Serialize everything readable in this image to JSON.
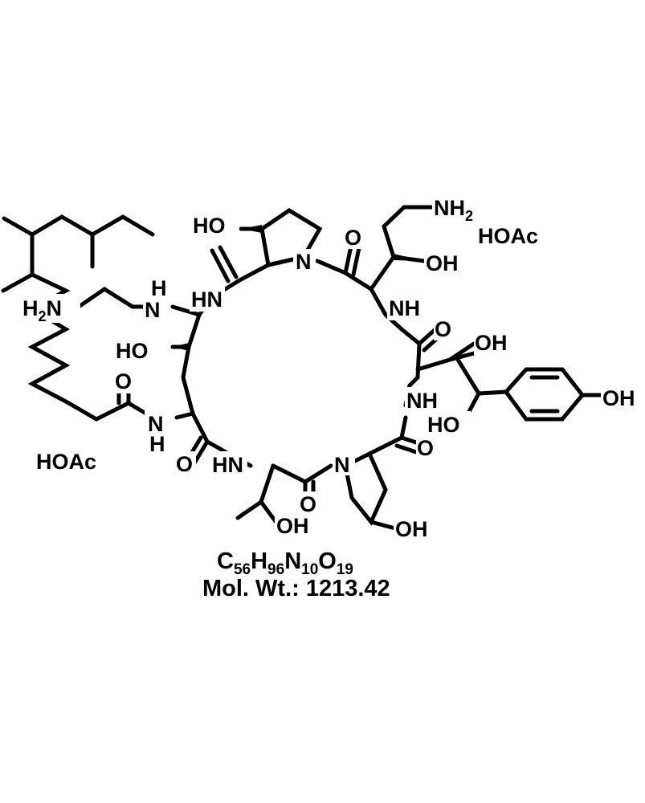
{
  "molecule": {
    "labels": {
      "ho_top": "HO",
      "nh2_top": "NH",
      "nh2_top_sub": "2",
      "hoac_right": "HOAc",
      "o_top": "O",
      "n_pyr1": "N",
      "oh_top_right": "OH",
      "h2n_left": "H",
      "h2n_left_sub": "2",
      "h2n_left_n": "N",
      "nh_hn_h": "H",
      "nh_hn_n": "N",
      "hn_upper": "HN",
      "nh_right": "NH",
      "o_right": "O",
      "oh_right2": "OH",
      "ho_left": "HO",
      "nh_right_lower": "NH",
      "oh_phenol": "OH",
      "o_left_amide": "O",
      "n_left_amide": "N",
      "h_left_amide": "H",
      "ho_right_lower": "HO",
      "o_lower_right": "O",
      "hoac_left": "HOAc",
      "o_lower_left": "O",
      "hn_lower": "HN",
      "n_pyr2": "N",
      "o_bottom": "O",
      "oh_bottom_left": "OH",
      "oh_bottom_right": "OH"
    },
    "formula": {
      "c": "C",
      "c_n": "56",
      "h": "H",
      "h_n": "96",
      "n": "N",
      "n_n": "10",
      "o": "O",
      "o_n": "19"
    },
    "mol_wt": "Mol. Wt.: 1213.42"
  }
}
